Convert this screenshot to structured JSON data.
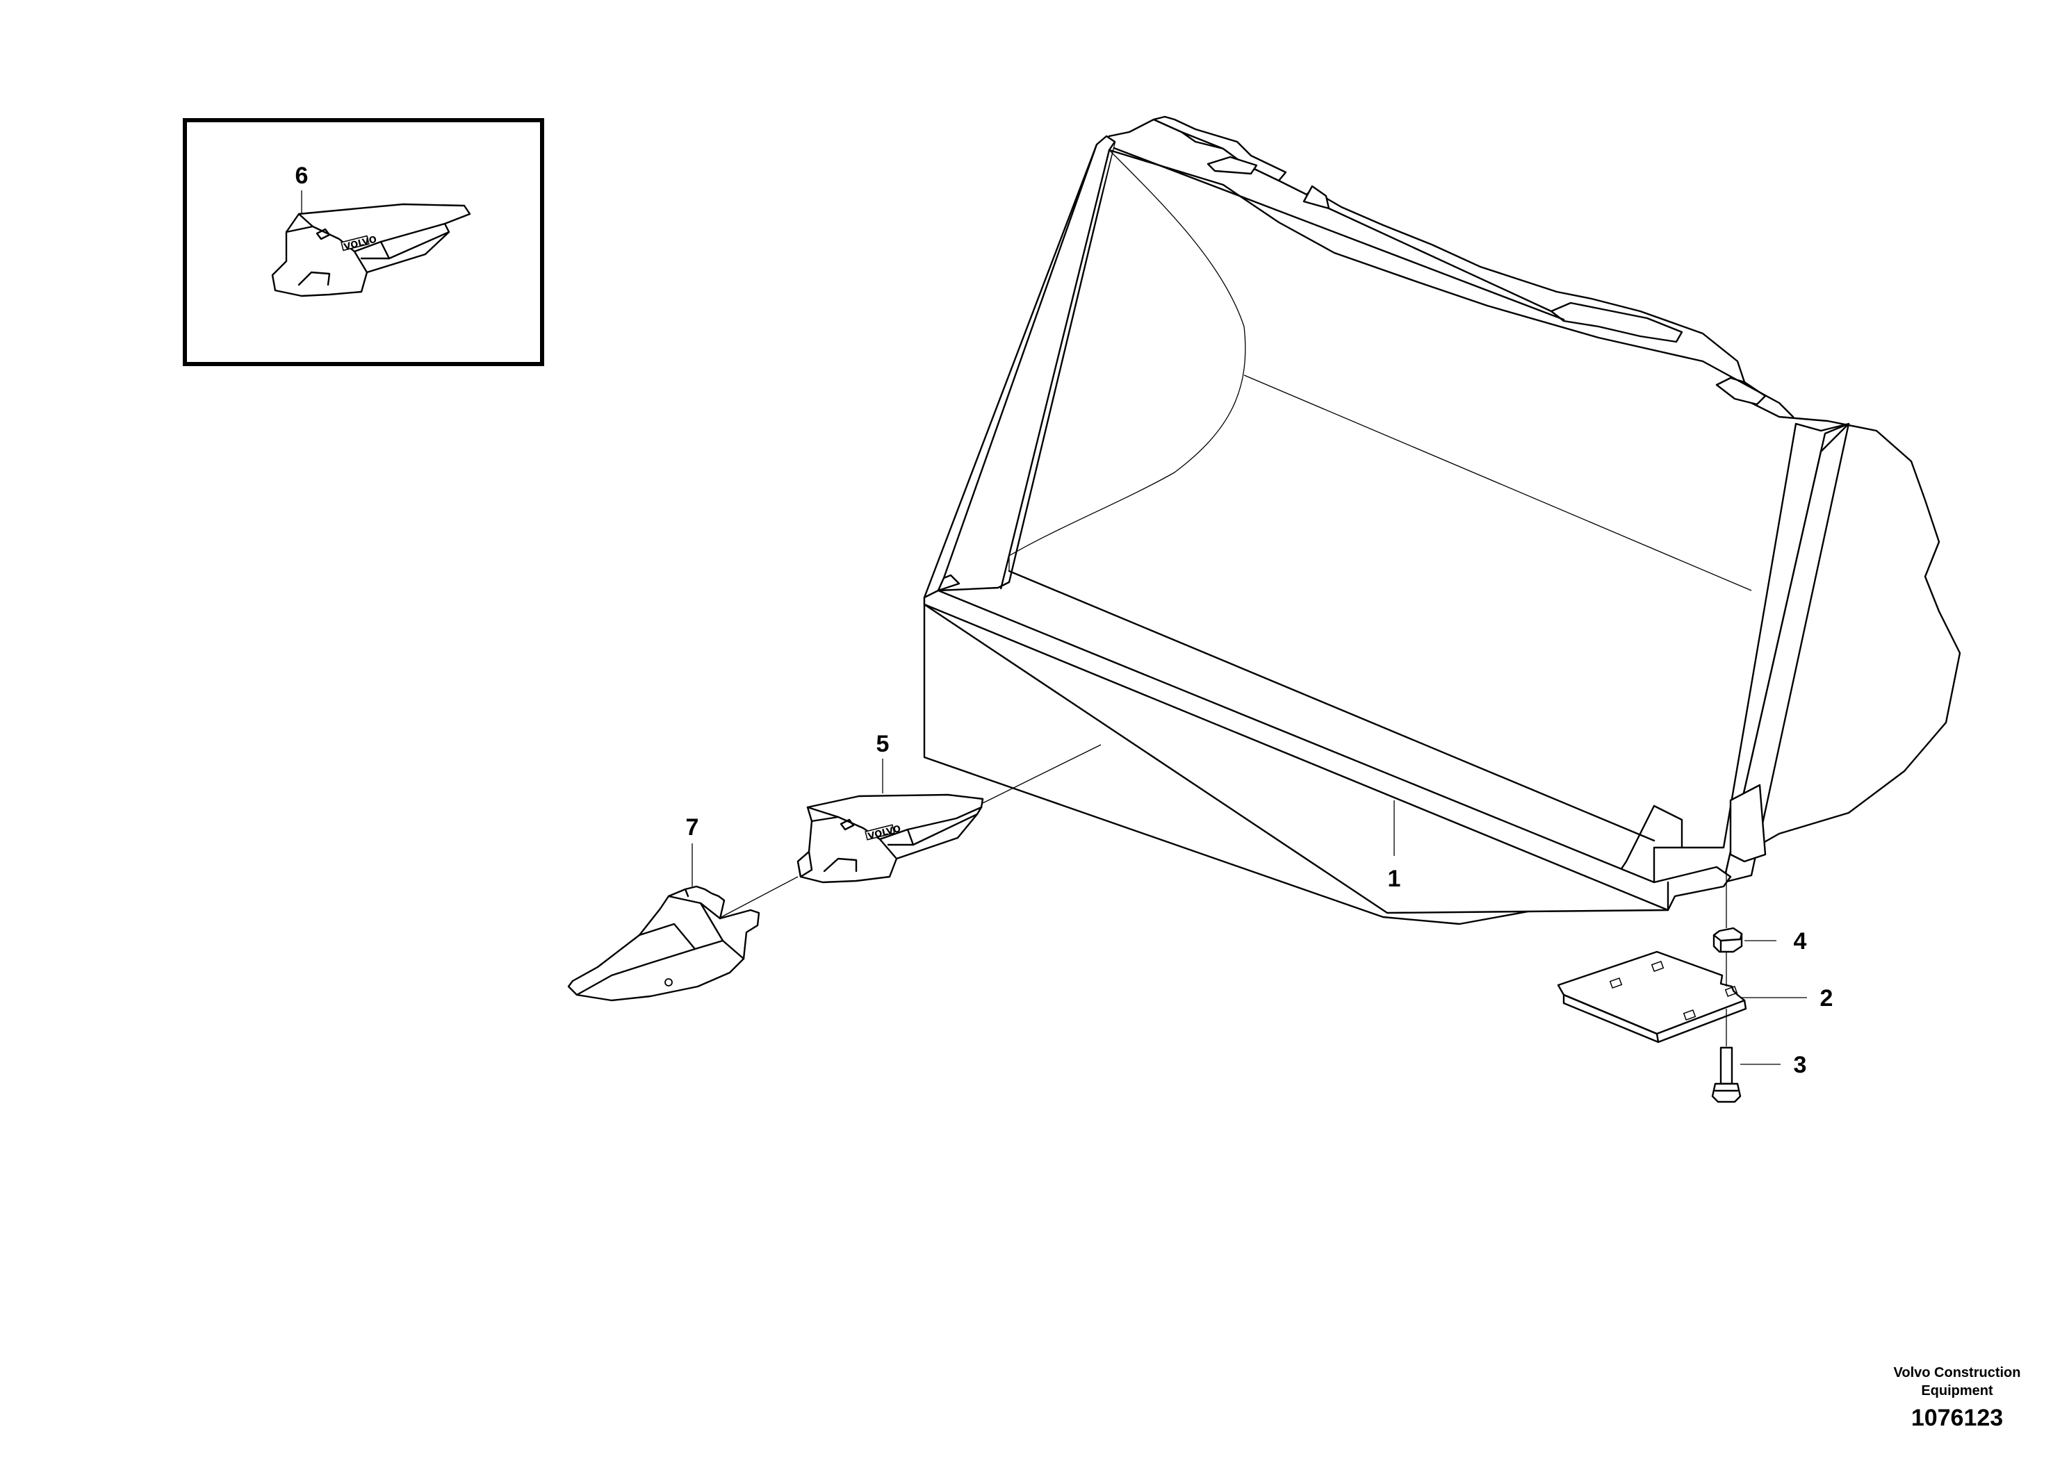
{
  "diagram": {
    "callouts": {
      "c1": "1",
      "c2": "2",
      "c3": "3",
      "c4": "4",
      "c5": "5",
      "c6": "6",
      "c7": "7"
    },
    "stamp_tooth_6": "VOLVO",
    "stamp_tooth_5": "VOLVO",
    "credit": {
      "line1": "Volvo Construction",
      "line2": "Equipment"
    },
    "document_number": "1076123"
  }
}
